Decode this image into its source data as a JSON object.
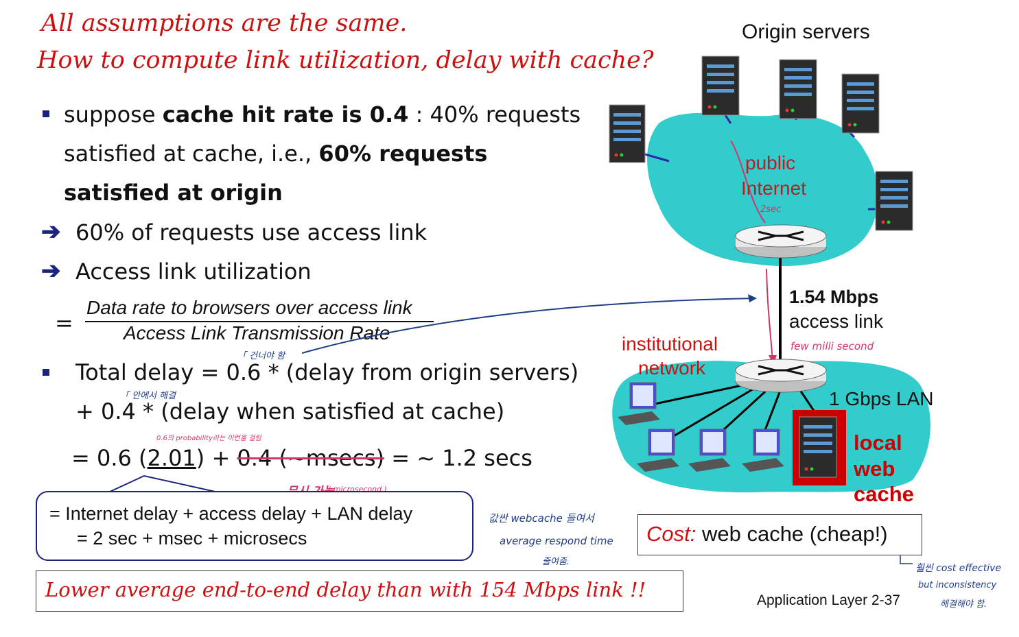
{
  "title": {
    "line1": "All assumptions are the same.",
    "line2": "How to compute link utilization, delay with cache?"
  },
  "bullets": {
    "b1_prefix": "suppose ",
    "b1_bold": "cache hit rate is 0.4",
    "b1_suffix": " : 40% requests",
    "b1_line2_prefix": "satisfied at cache, i.e., ",
    "b1_line2_bold": "60% requests",
    "b1_line3_bold": "satisfied at origin",
    "arrow1": "60% of requests use access link",
    "arrow2": "Access link utilization",
    "eq": "=",
    "frac_num": "Data rate to browsers over access link",
    "frac_den": "Access Link Transmission Rate",
    "b2_line1": "Total delay = 0.6 * (delay from origin servers)",
    "b2_line2": "+ 0.4 * (delay when satisfied at cache)",
    "b2_line3_a": "= 0.6 (",
    "b2_line3_b": "2.01",
    "b2_line3_c": ") + ",
    "b2_line3_d": "0.4 (~msecs)",
    "b2_line3_e": " = ~ 1.2 secs"
  },
  "delay_box": {
    "line1": "= Internet delay + access delay + LAN delay",
    "line2": "=  2 sec + msec + microsecs"
  },
  "conclusion": "Lower average end-to-end delay than with 154 Mbps link !!",
  "network": {
    "origin_servers": "Origin servers",
    "public_internet_1": "public",
    "public_internet_2": "Internet",
    "access_speed": "1.54 Mbps",
    "access_link": "access link",
    "institutional_1": "institutional",
    "institutional_2": "network",
    "lan": "1 Gbps LAN",
    "cache_1": "local",
    "cache_2": "web",
    "cache_3": "cache"
  },
  "cost_box": {
    "label": "Cost:",
    "text": " web cache (cheap!)"
  },
  "footer": "Application Layer 2-37",
  "annotations": {
    "internet_delay": "2sec",
    "access_delay": "few milli second",
    "must_cross": "「 건너야 함",
    "solved_inside": "「 안에서 해결",
    "probability_note": "0.6의 probability라는 이런을 걸림",
    "negligible": "무시 가능",
    "microsecond": "( microsecond )",
    "note_blue_1": "값싼 webcache 들여서",
    "note_blue_2": "average respond time",
    "note_blue_3": "줄여줌.",
    "note_right_1": "훨씬 cost effective",
    "note_right_2": "but inconsistency",
    "note_right_3": "해결해야 함."
  },
  "colors": {
    "title_red": "#cc1111",
    "cloud": "#33cccc",
    "bullet_blue": "#1a237e",
    "cache_red": "#cc0000"
  }
}
